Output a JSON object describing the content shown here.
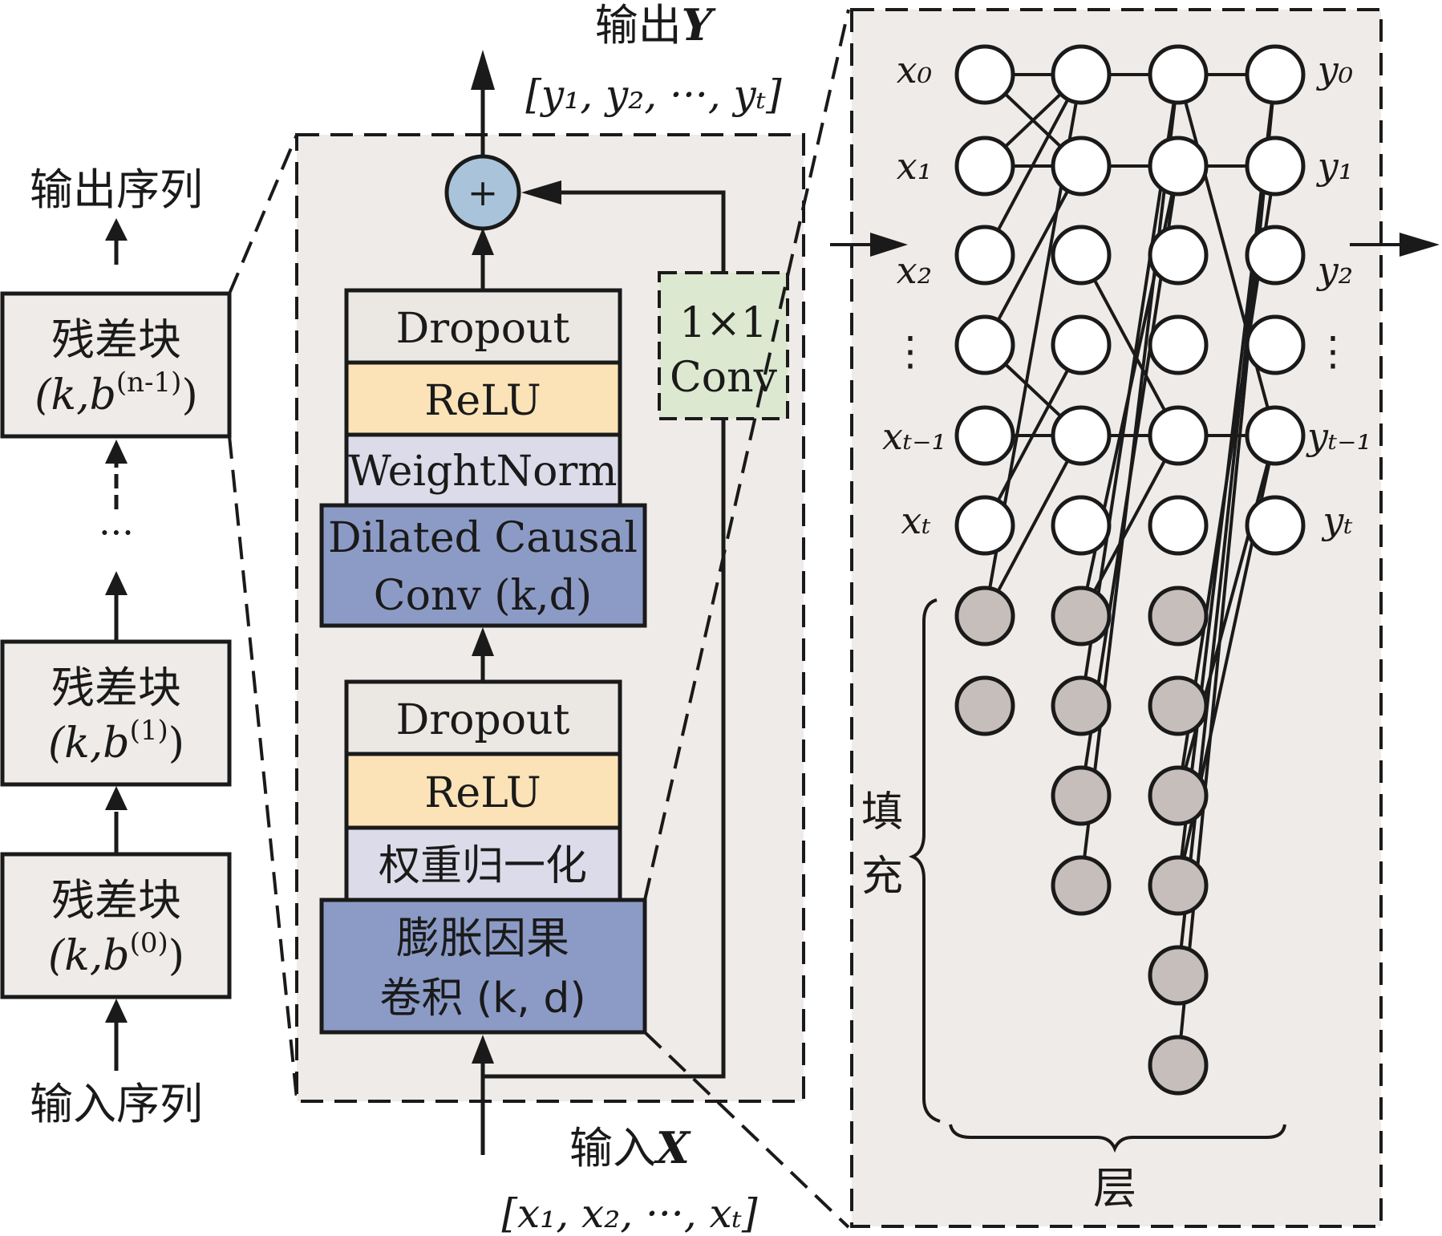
{
  "left_column": {
    "output_label": "输出序列",
    "input_label": "输入序列",
    "ellipsis": "···",
    "blocks": [
      {
        "title": "残差块",
        "param": "(k,b",
        "sup": "(n-1)",
        "close": ")"
      },
      {
        "title": "残差块",
        "param": "(k,b",
        "sup": "(1)",
        "close": ")"
      },
      {
        "title": "残差块",
        "param": "(k,b",
        "sup": "(0)",
        "close": ")"
      }
    ]
  },
  "residual_block": {
    "output_label": "输出",
    "output_var": "Y",
    "output_seq": "[y₁, y₂, ···, yₜ]",
    "input_label": "输入",
    "input_var": "X",
    "input_seq": "[x₁, x₂, ···, xₜ]",
    "plus": "+",
    "conv1x1": {
      "line1": "1×1",
      "line2": "Conv"
    },
    "upper_stack": {
      "dropout": "Dropout",
      "relu": "ReLU",
      "norm": "WeightNorm",
      "conv_line1": "Dilated Causal",
      "conv_line2": "Conv (k,d)"
    },
    "lower_stack": {
      "dropout": "Dropout",
      "relu": "ReLU",
      "norm": "权重归一化",
      "conv_line1": "膨胀因果",
      "conv_line2": "卷积 (k, d)"
    }
  },
  "network": {
    "inputs": [
      "x₀",
      "x₁",
      "x₂",
      "⋮",
      "xₜ₋₁",
      "xₜ"
    ],
    "outputs": [
      "y₀",
      "y₁",
      "y₂",
      "⋮",
      "yₜ₋₁",
      "yₜ"
    ],
    "padding_label_1": "填",
    "padding_label_2": "充",
    "layer_label": "层"
  },
  "colors": {
    "block_fill": "#efebe8",
    "panel_fill": "#efebe8",
    "dropout": "#ebe8e4",
    "relu": "#fbe3b7",
    "norm": "#dcdbe9",
    "conv": "#8c9bc6",
    "conv1x1": "#dce8cf",
    "plus": "#a9c4da",
    "padding_node": "#c6bebb",
    "node": "#ffffff",
    "stroke": "#1a1a1a"
  }
}
